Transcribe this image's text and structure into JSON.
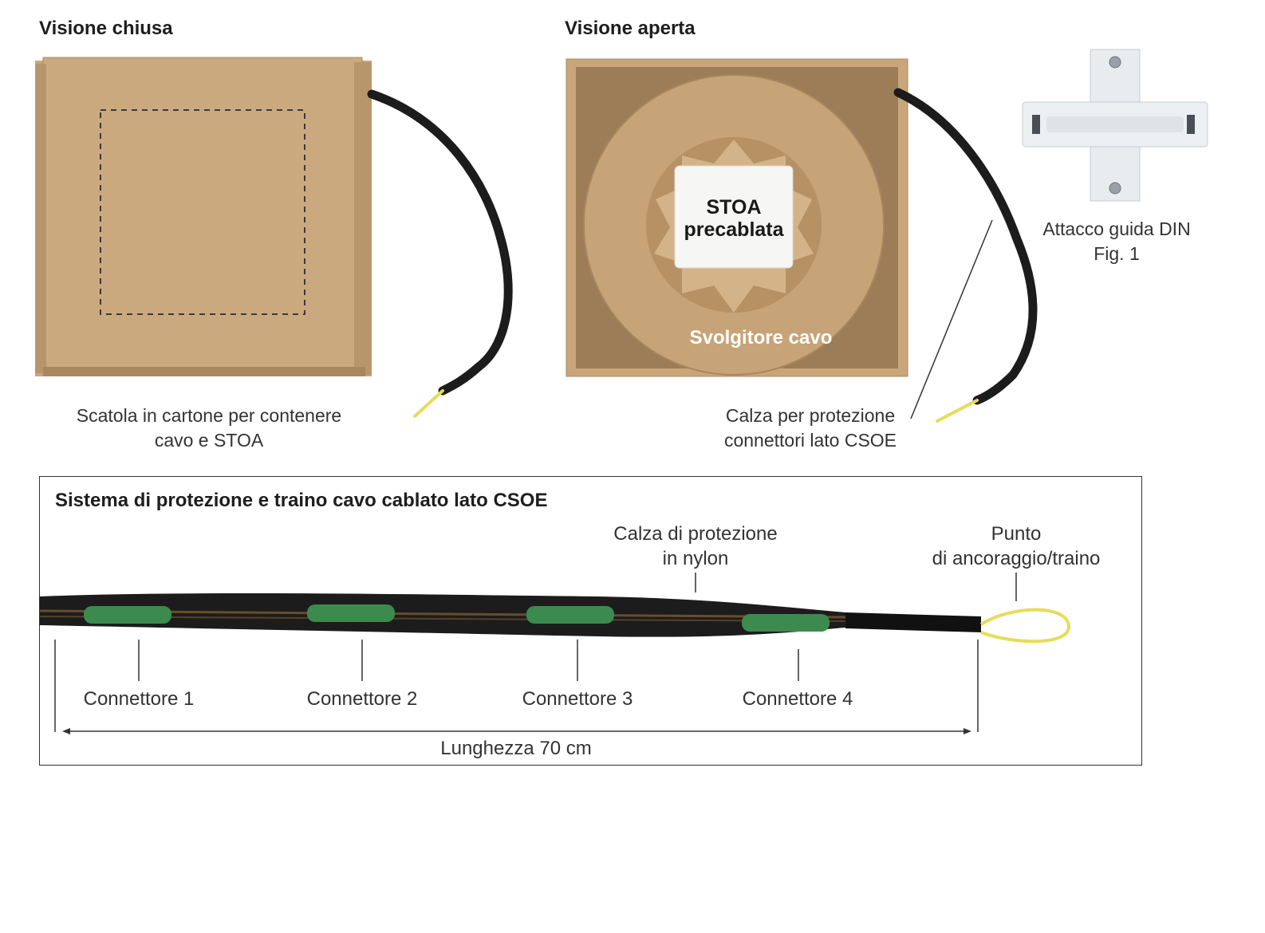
{
  "closed_view": {
    "heading": "Visione chiusa",
    "caption_line1": "Scatola in cartone per contenere",
    "caption_line2": "cavo e STOA"
  },
  "open_view": {
    "heading": "Visione aperta",
    "stoa_line1": "STOA",
    "stoa_line2": "precablata",
    "reel_label": "Svolgitore cavo",
    "caption_line1": "Calza per protezione",
    "caption_line2": "connettori lato CSOE"
  },
  "din_bracket": {
    "label_line1": "Attacco guida DIN",
    "label_line2": "Fig. 1"
  },
  "cable_panel": {
    "title": "Sistema di protezione e traino cavo cablato lato CSOE",
    "sleeve_label_line1": "Calza di protezione",
    "sleeve_label_line2": "in nylon",
    "anchor_label_line1": "Punto",
    "anchor_label_line2": "di ancoraggio/traino",
    "connectors": [
      "Connettore 1",
      "Connettore 2",
      "Connettore 3",
      "Connettore 4"
    ],
    "length_label": "Lunghezza 70 cm"
  },
  "colors": {
    "cardboard": "#c8a57a",
    "cable": "#1c1c1c",
    "connector_green": "#3d8a4e",
    "fiber_yellow": "#e6dc5a"
  }
}
